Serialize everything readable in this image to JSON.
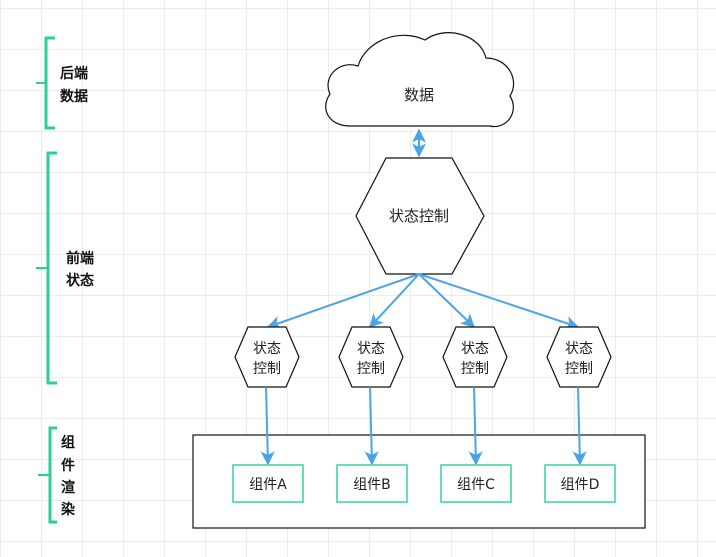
{
  "colors": {
    "bracket": "#2ecc9a",
    "arrow": "#4da3e8",
    "stroke": "#111111",
    "component_border": "#39d1a5",
    "cloud_fill": "#ffffff"
  },
  "layers": [
    {
      "id": "backend",
      "lines": [
        "后端",
        "数据"
      ]
    },
    {
      "id": "frontend",
      "lines": [
        "前端",
        "状态"
      ]
    },
    {
      "id": "render",
      "lines": [
        "组",
        "件",
        "渲",
        "染"
      ]
    }
  ],
  "nodes": {
    "cloud": {
      "label": "数据"
    },
    "main_state": {
      "label": "状态控制"
    },
    "sub_states": [
      {
        "lines": [
          "状态",
          "控制"
        ]
      },
      {
        "lines": [
          "状态",
          "控制"
        ]
      },
      {
        "lines": [
          "状态",
          "控制"
        ]
      },
      {
        "lines": [
          "状态",
          "控制"
        ]
      }
    ],
    "components": [
      "组件A",
      "组件B",
      "组件C",
      "组件D"
    ]
  }
}
